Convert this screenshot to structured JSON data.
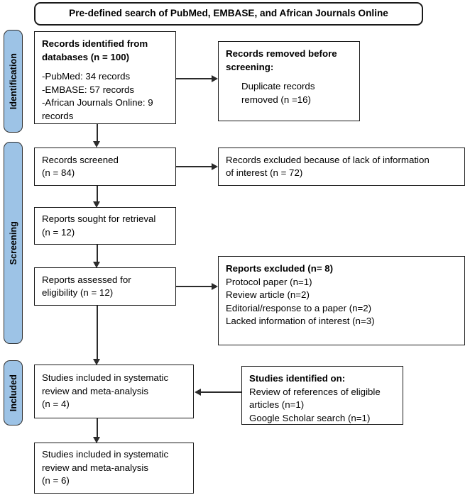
{
  "diagram": {
    "type": "prisma-flow-diagram",
    "title_box": {
      "text": "Pre-defined search of PubMed, EMBASE, and African Journals Online"
    },
    "phases": [
      {
        "id": "identification",
        "label": "Identification",
        "color": "#9DC3E6"
      },
      {
        "id": "screening",
        "label": "Screening",
        "color": "#9DC3E6"
      },
      {
        "id": "included",
        "label": "Included",
        "color": "#9DC3E6"
      }
    ],
    "boxes": {
      "records_identified": {
        "lines": [
          "Records identified from",
          "databases (n = 100)",
          "",
          "-PubMed: 34 records",
          "-EMBASE: 57 records",
          "-African Journals Online: 9",
          "records"
        ],
        "heading_lines": 2
      },
      "records_removed": {
        "lines": [
          "Records removed before",
          "screening:",
          "",
          "Duplicate records",
          "removed (n =16)"
        ],
        "heading_lines": 2
      },
      "records_screened": {
        "lines": [
          "Records screened",
          "(n = 84)"
        ]
      },
      "records_excluded": {
        "lines": [
          "Records excluded because of lack of information",
          "of interest (n = 72)"
        ]
      },
      "reports_sought": {
        "lines": [
          "Reports sought for retrieval",
          "(n = 12)"
        ]
      },
      "reports_assessed": {
        "lines": [
          "Reports assessed for",
          "eligibility (n = 12)"
        ]
      },
      "reports_excluded": {
        "lines": [
          "Reports excluded (n= 8)",
          "Protocol paper (n=1)",
          "Review article (n=2)",
          "Editorial/response to a paper (n=2)",
          "Lacked information of interest (n=3)"
        ],
        "heading_lines": 1
      },
      "studies_included_4": {
        "lines": [
          "Studies included in systematic",
          "review and meta-analysis",
          "(n = 4)"
        ]
      },
      "studies_identified_on": {
        "lines": [
          "Studies identified on:",
          "Review of references of eligible",
          "articles (n=1)",
          "Google Scholar search (n=1)"
        ],
        "heading_lines": 1
      },
      "studies_included_6": {
        "lines": [
          "Studies included in systematic",
          "review and meta-analysis",
          "(n = 6)"
        ]
      }
    }
  }
}
